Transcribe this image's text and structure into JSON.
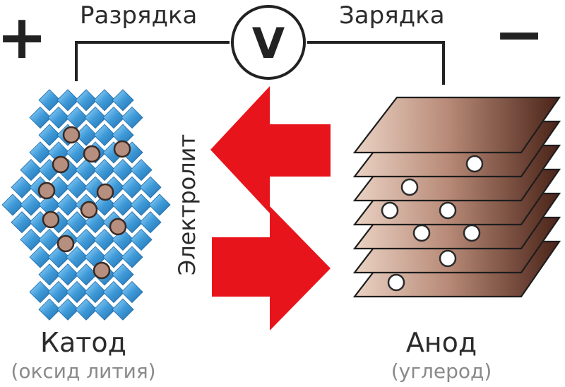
{
  "labels": {
    "discharge": "Разрядка",
    "charge": "Зарядка",
    "voltmeter": "V",
    "plus": "+",
    "minus": "−",
    "electrolyte": "Электролит",
    "cathode": "Катод",
    "cathode_sub": "(оксид лития)",
    "anode": "Анод",
    "anode_sub": "(углерод)"
  },
  "colors": {
    "crystal": "#3f9ad8",
    "crystal_light": "#7cc6f0",
    "crystal_dark": "#2274b4",
    "ion": "#b68f7f",
    "ion_stroke": "#3a2a24",
    "arrow": "#e8141b",
    "layer_light": "#e8cdbf",
    "layer_dark": "#5a2e22",
    "wire": "#222222"
  },
  "icons": {
    "arrow_left": "arrow-left-icon",
    "arrow_right": "arrow-right-icon",
    "voltmeter": "voltmeter-icon"
  }
}
